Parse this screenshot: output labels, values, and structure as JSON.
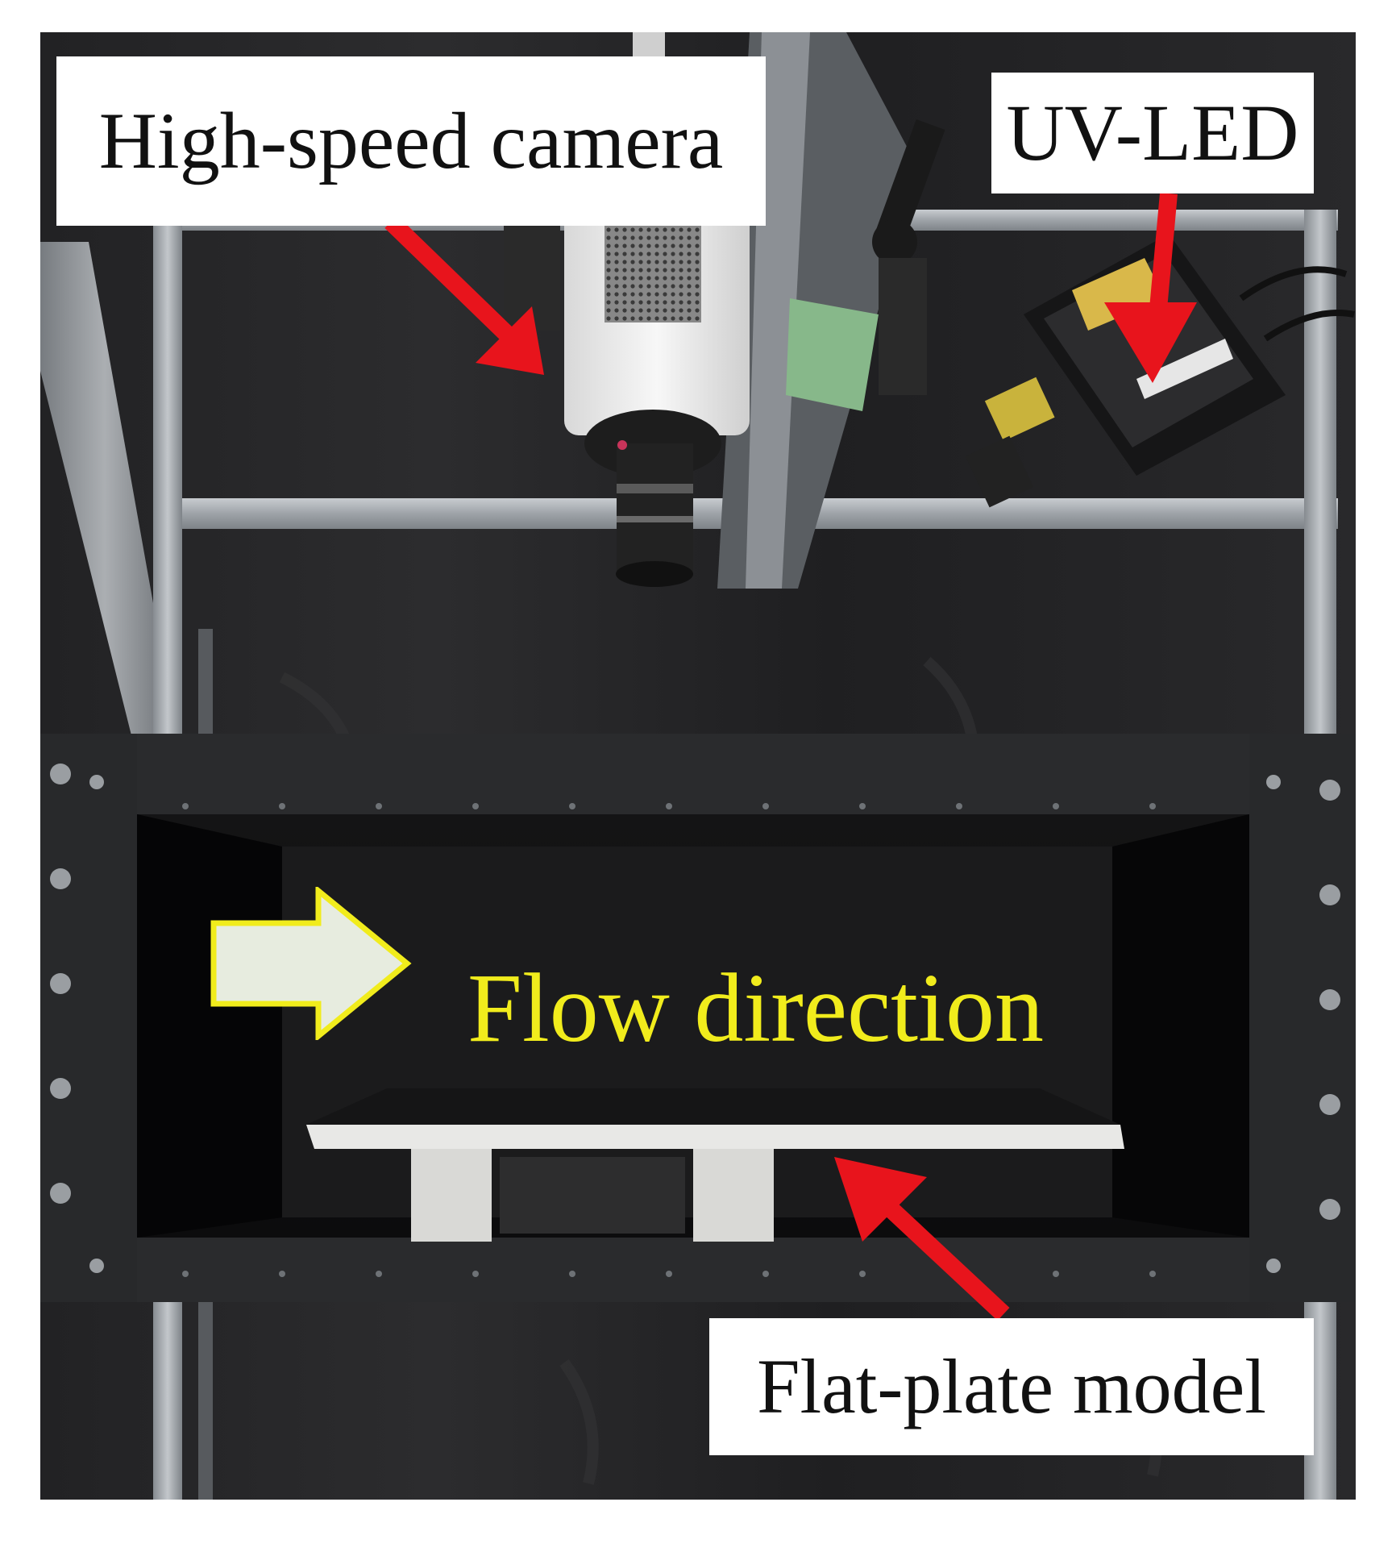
{
  "labels": {
    "camera": "High-speed camera",
    "uv_led": "UV-LED",
    "flow": "Flow direction",
    "plate": "Flat-plate model"
  },
  "colors": {
    "background": "#1c1c1e",
    "label_box": "#ffffff",
    "label_text": "#111111",
    "pointer_arrow": "#e8141c",
    "flow_text": "#f1ec1c",
    "flow_arrow_fill": "#e7ecdf",
    "flow_arrow_outline": "#f1ec1c",
    "frame_aluminum": "#aeb3b8"
  },
  "icons": {
    "camera_arrow": "red-arrow-icon",
    "uv_arrow": "red-arrow-icon",
    "plate_arrow": "red-arrow-icon",
    "flow_arrow": "flow-direction-arrow-icon"
  }
}
